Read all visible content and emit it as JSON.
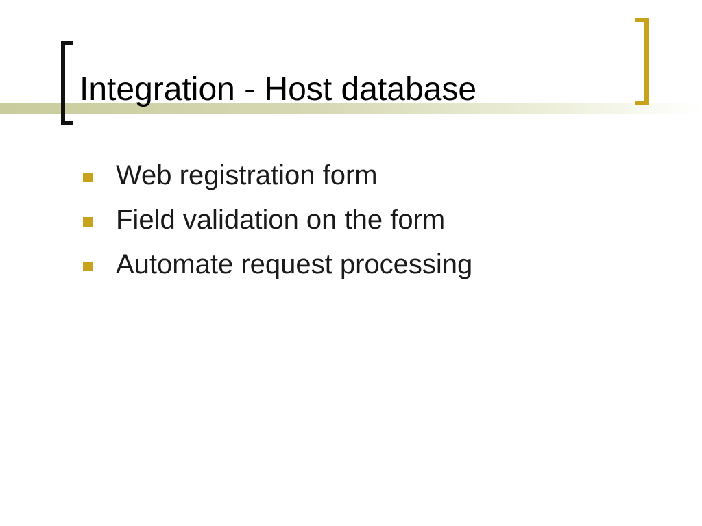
{
  "slide": {
    "title": "Integration - Host database",
    "bullets": [
      "Web registration form",
      "Field validation on the form",
      "Automate request processing"
    ]
  },
  "colors": {
    "accent": "#c8a21a",
    "band": "#d6d8b4",
    "left_bracket": "#111111",
    "text": "#1a1a1a"
  },
  "icons": {
    "bullet": "square-bullet-icon"
  }
}
